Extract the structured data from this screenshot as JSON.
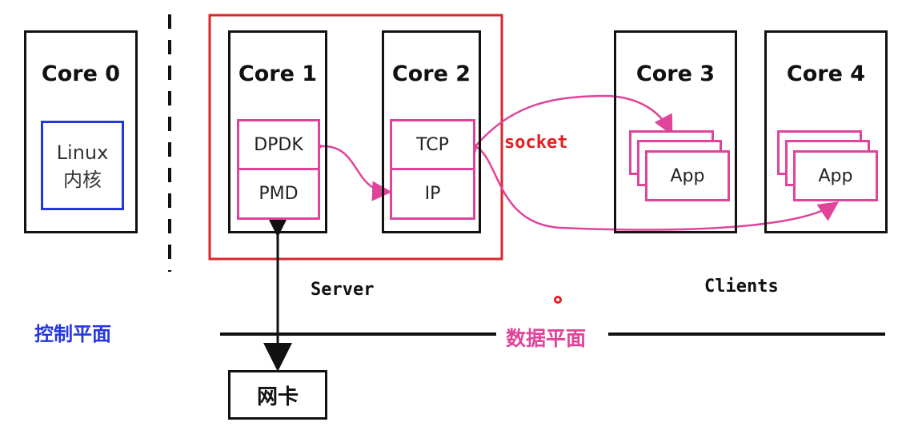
{
  "cores": {
    "core0": "Core 0",
    "core1": "Core 1",
    "core2": "Core 2",
    "core3": "Core 3",
    "core4": "Core 4"
  },
  "linux_box": {
    "line1": "Linux",
    "line2": "内核"
  },
  "core1_stack": {
    "top": "DPDK",
    "bottom": "PMD"
  },
  "core2_stack": {
    "top": "TCP",
    "bottom": "IP"
  },
  "app_label": "App",
  "socket_label": "socket",
  "server_label": "Server",
  "clients_label": "Clients",
  "control_plane_label": "控制平面",
  "data_plane_label": "数据平面",
  "nic_label": "网卡",
  "colors": {
    "pink": "#e0449a",
    "red": "#e02020",
    "blue": "#2436e0",
    "server_border": "#d9262b"
  }
}
